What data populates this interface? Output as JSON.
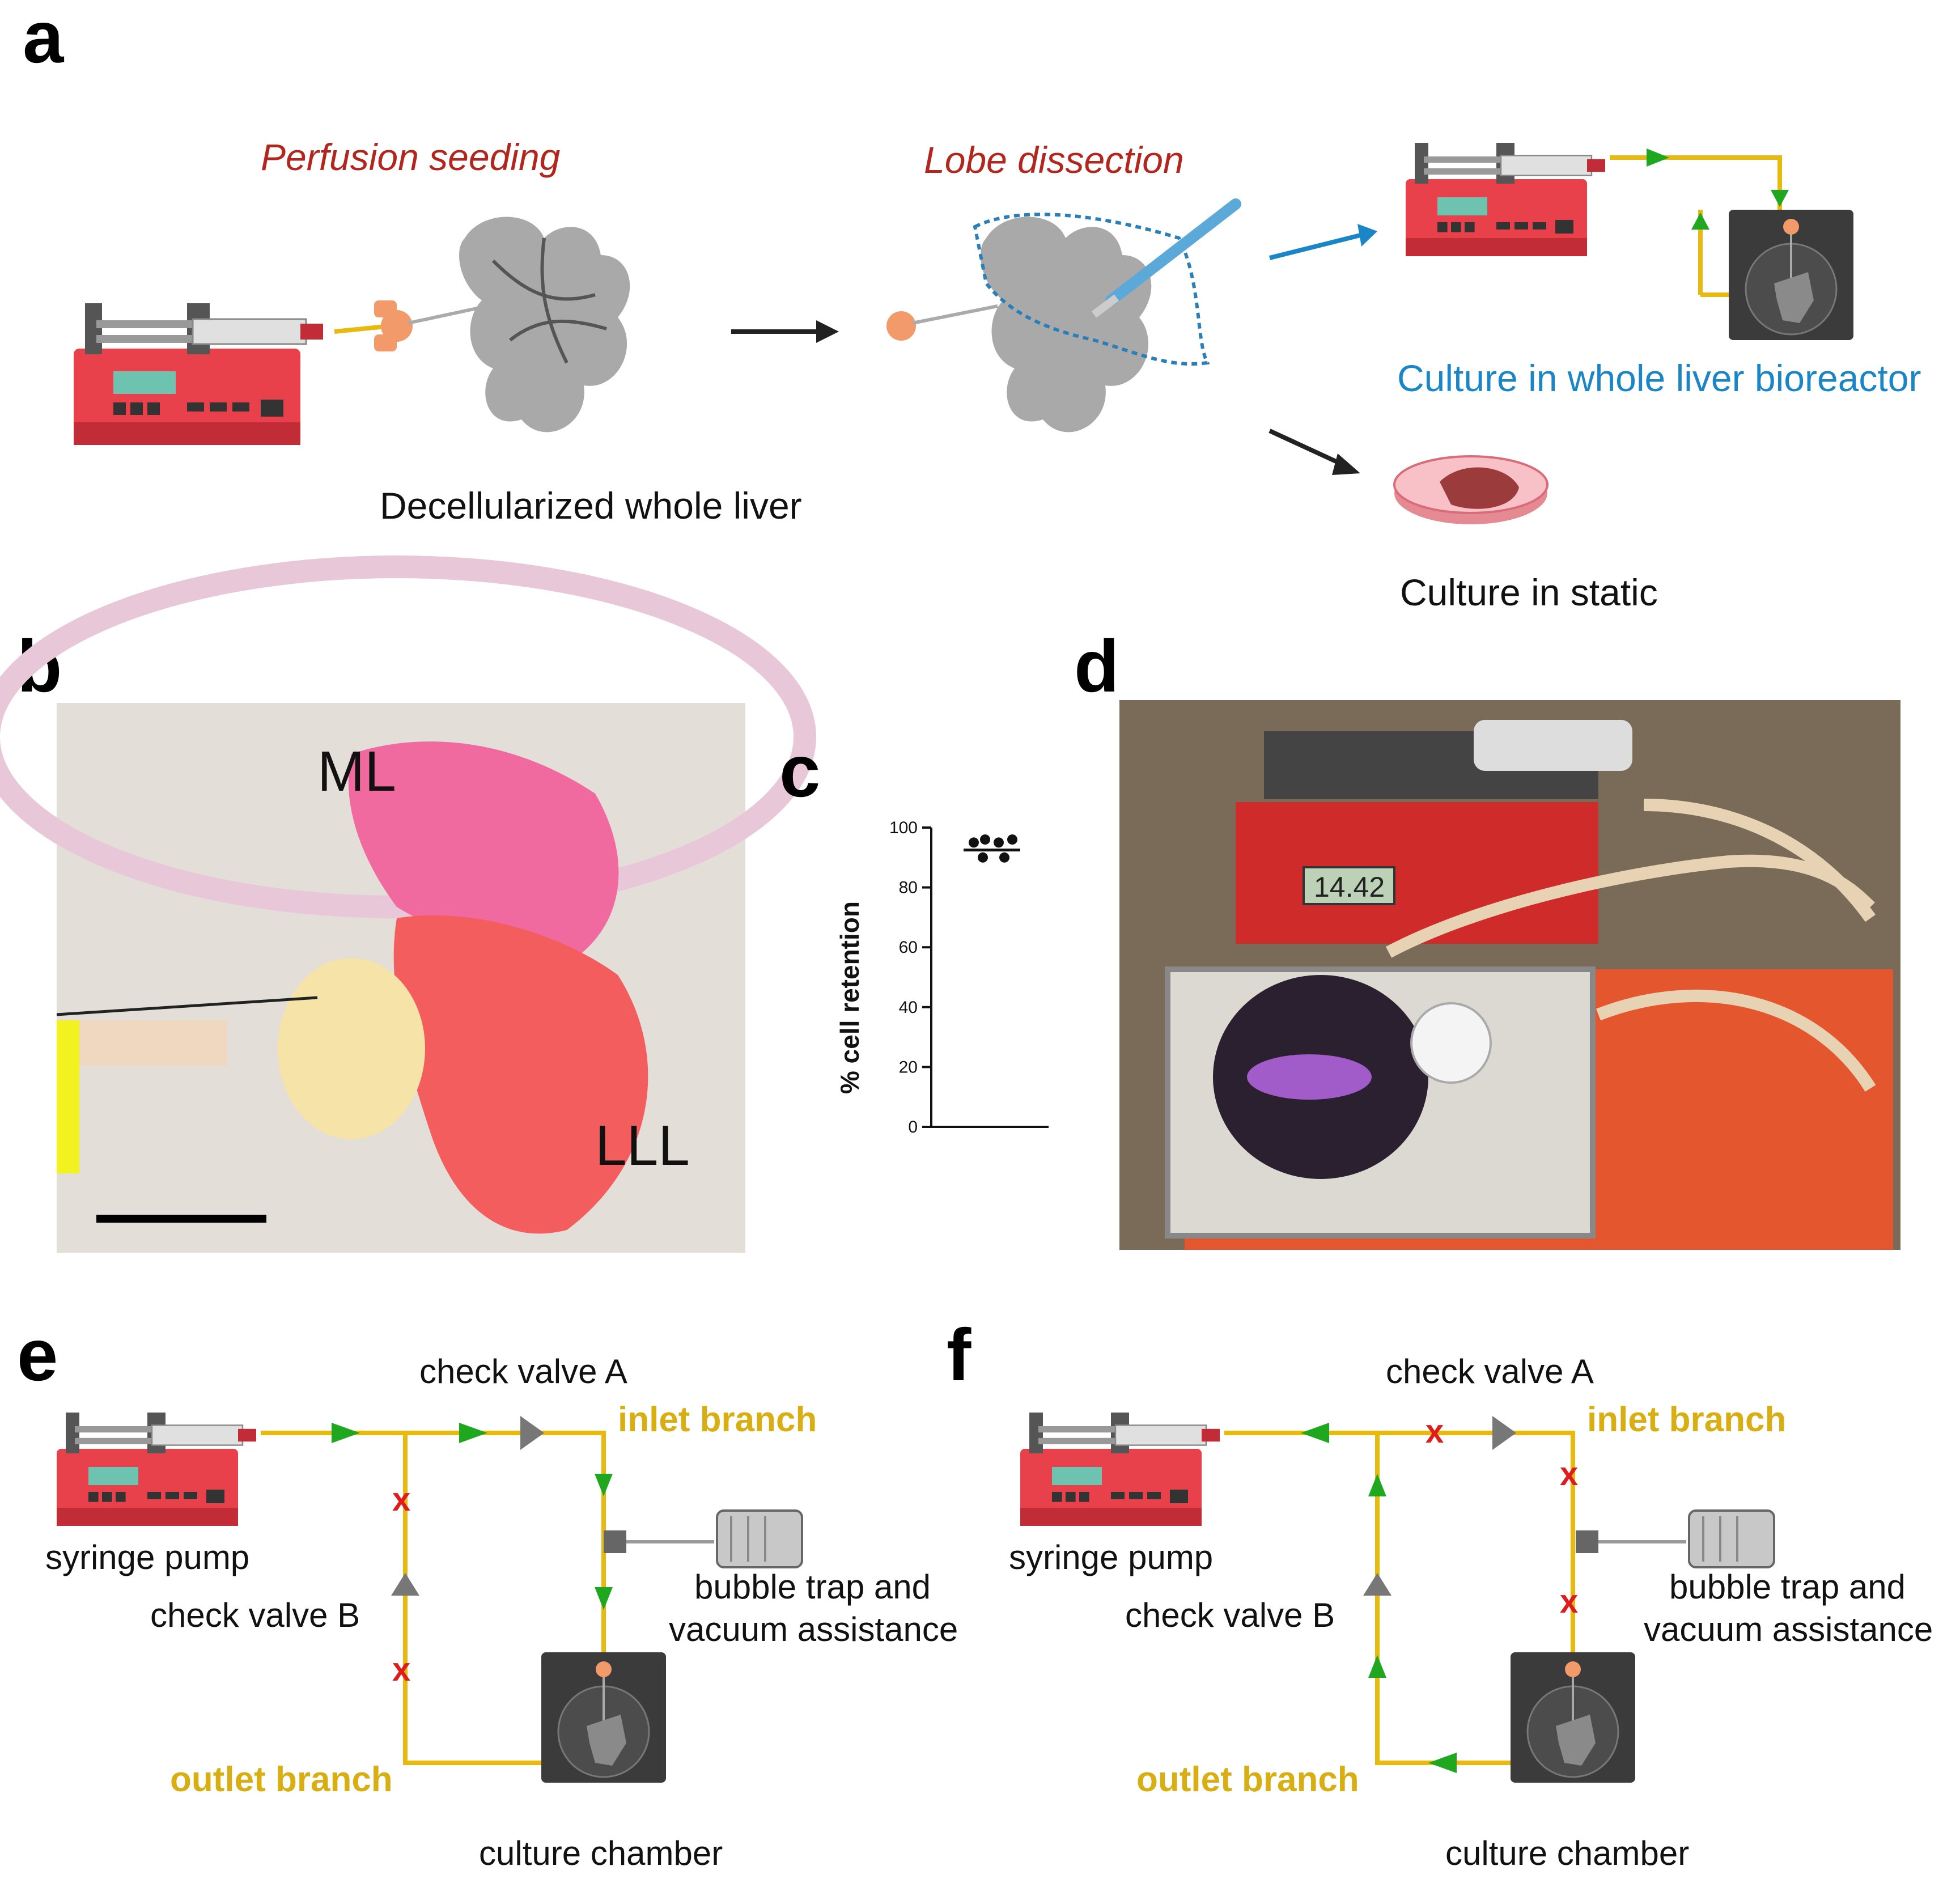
{
  "panels": {
    "a": {
      "letter": "a",
      "perfusion_seeding": "Perfusion seeding",
      "decellularized_liver": "Decellularized whole liver",
      "lobe_dissection": "Lobe dissection",
      "bioreactor_culture": "Culture in whole liver bioreactor",
      "static_culture": "Culture in static"
    },
    "b": {
      "letter": "b",
      "lobe_ml": "ML",
      "lobe_lll": "LLL"
    },
    "c": {
      "letter": "c",
      "chart_data": {
        "type": "scatter",
        "ylabel": "% cell retention",
        "ylim": [
          0,
          100
        ],
        "yticks": [
          "0",
          "20",
          "40",
          "60",
          "80",
          "100"
        ],
        "points": [
          95,
          96,
          95,
          96,
          90,
          90
        ],
        "mean": 92.5
      }
    },
    "d": {
      "letter": "d",
      "pump_display": "14.42"
    },
    "e": {
      "letter": "e",
      "check_valve_a": "check valve A",
      "inlet_branch": "inlet branch",
      "syringe_pump": "syringe pump",
      "check_valve_b": "check valve B",
      "bubble_trap_line1": "bubble trap and",
      "bubble_trap_line2": "vacuum assistance",
      "outlet_branch": "outlet branch",
      "culture_chamber": "culture chamber"
    },
    "f": {
      "letter": "f",
      "check_valve_a": "check valve A",
      "inlet_branch": "inlet branch",
      "syringe_pump": "syringe pump",
      "check_valve_b": "check valve B",
      "bubble_trap_line1": "bubble trap and",
      "bubble_trap_line2": "vacuum assistance",
      "outlet_branch": "outlet branch",
      "culture_chamber": "culture chamber"
    }
  },
  "colors": {
    "pump_red": "#e8414b",
    "tube_yellow": "#e8b90f",
    "flow_green": "#1fa81f",
    "blocked_red": "#e01b1b",
    "label_gold": "#d8ae12",
    "caption_red": "#b3261e",
    "caption_blue": "#1a86c8"
  }
}
